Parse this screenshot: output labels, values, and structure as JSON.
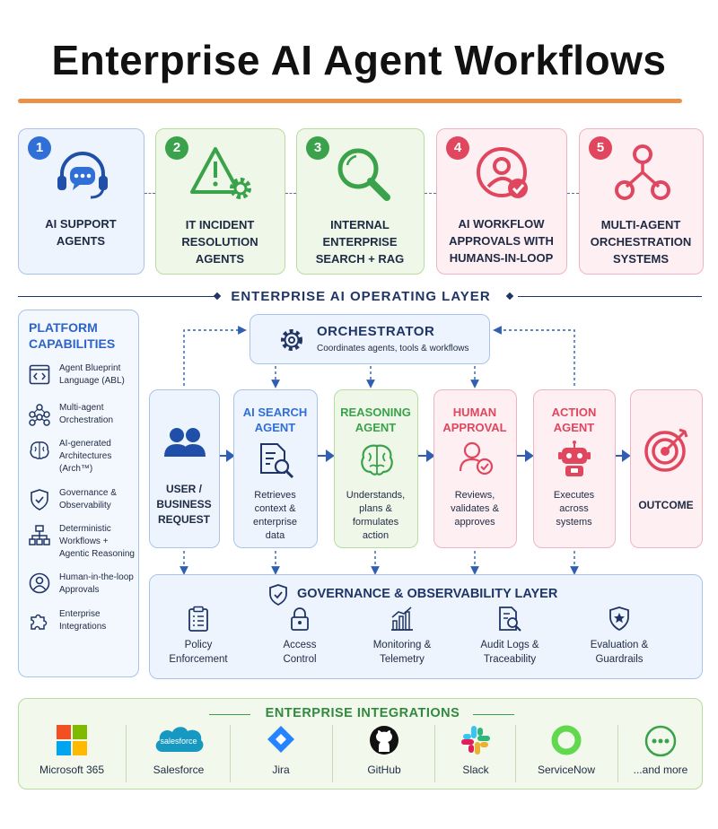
{
  "title": "Enterprise AI Agent Workflows",
  "use_cases": [
    {
      "number": "1",
      "label_lines": [
        "AI SUPPORT",
        "AGENTS"
      ],
      "icon": "headset-chat-icon",
      "color": "#2f6fd6"
    },
    {
      "number": "2",
      "label_lines": [
        "IT INCIDENT",
        "RESOLUTION",
        "AGENTS"
      ],
      "icon": "warning-gear-icon",
      "color": "#3aa24a"
    },
    {
      "number": "3",
      "label_lines": [
        "INTERNAL",
        "ENTERPRISE",
        "SEARCH + RAG"
      ],
      "icon": "magnifier-icon",
      "color": "#3aa24a"
    },
    {
      "number": "4",
      "label_lines": [
        "AI WORKFLOW",
        "APPROVALS WITH",
        "HUMANS-IN-LOOP"
      ],
      "icon": "user-check-icon",
      "color": "#e0465e"
    },
    {
      "number": "5",
      "label_lines": [
        "MULTI-AGENT",
        "ORCHESTRATION",
        "SYSTEMS"
      ],
      "icon": "network-nodes-icon",
      "color": "#e0465e"
    }
  ],
  "operating_layer": {
    "title": "ENTERPRISE AI OPERATING LAYER"
  },
  "platform": {
    "title_lines": [
      "PLATFORM",
      "CAPABILITIES"
    ],
    "items": [
      {
        "lines": [
          "Agent Blueprint",
          "Language (ABL)"
        ],
        "icon": "code-window-icon"
      },
      {
        "lines": [
          "Multi-agent",
          "Orchestration"
        ],
        "icon": "node-graph-icon"
      },
      {
        "lines": [
          "AI-generated",
          "Architectures",
          "(Arch™)"
        ],
        "icon": "brain-icon"
      },
      {
        "lines": [
          "Governance &",
          "Observability"
        ],
        "icon": "shield-check-icon"
      },
      {
        "lines": [
          "Deterministic",
          "Workflows +",
          "Agentic Reasoning"
        ],
        "icon": "hierarchy-icon"
      },
      {
        "lines": [
          "Human-in-the-loop",
          "Approvals"
        ],
        "icon": "person-circle-icon"
      },
      {
        "lines": [
          "Enterprise",
          "Integrations"
        ],
        "icon": "puzzle-icon"
      }
    ]
  },
  "orchestrator": {
    "title": "ORCHESTRATOR",
    "subtitle": "Coordinates agents, tools & workflows"
  },
  "flow": [
    {
      "title_lines": [],
      "desc_lines": [
        "USER /",
        "BUSINESS",
        "REQUEST"
      ],
      "icon": "users-icon",
      "accent": "#1f4fa8"
    },
    {
      "title_lines": [
        "AI SEARCH",
        "AGENT"
      ],
      "desc_lines": [
        "Retrieves",
        "context &",
        "enterprise",
        "data"
      ],
      "icon": "document-search-icon",
      "accent": "#2f6fd6"
    },
    {
      "title_lines": [
        "REASONING",
        "AGENT"
      ],
      "desc_lines": [
        "Understands,",
        "plans &",
        "formulates",
        "action"
      ],
      "icon": "brain-icon",
      "accent": "#3aa24a"
    },
    {
      "title_lines": [
        "HUMAN",
        "APPROVAL"
      ],
      "desc_lines": [
        "Reviews,",
        "validates &",
        "approves"
      ],
      "icon": "user-check-icon",
      "accent": "#e0465e"
    },
    {
      "title_lines": [
        "ACTION",
        "AGENT"
      ],
      "desc_lines": [
        "Executes",
        "across",
        "systems"
      ],
      "icon": "robot-icon",
      "accent": "#e0465e"
    },
    {
      "title_lines": [],
      "desc_lines": [
        "OUTCOME"
      ],
      "icon": "target-icon",
      "accent": "#e0465e"
    }
  ],
  "governance": {
    "title": "GOVERNANCE & OBSERVABILITY LAYER",
    "items": [
      {
        "lines": [
          "Policy",
          "Enforcement"
        ],
        "icon": "clipboard-list-icon"
      },
      {
        "lines": [
          "Access",
          "Control"
        ],
        "icon": "padlock-icon"
      },
      {
        "lines": [
          "Monitoring &",
          "Telemetry"
        ],
        "icon": "bar-chart-icon"
      },
      {
        "lines": [
          "Audit Logs &",
          "Traceability"
        ],
        "icon": "doc-search-icon"
      },
      {
        "lines": [
          "Evaluation &",
          "Guardrails"
        ],
        "icon": "star-shield-icon"
      }
    ]
  },
  "integrations": {
    "title": "ENTERPRISE INTEGRATIONS",
    "items": [
      {
        "label": "Microsoft 365",
        "icon": "microsoft-logo-icon"
      },
      {
        "label": "Salesforce",
        "icon": "salesforce-logo-icon",
        "logo_text": "salesforce"
      },
      {
        "label": "Jira",
        "icon": "jira-logo-icon"
      },
      {
        "label": "GitHub",
        "icon": "github-logo-icon"
      },
      {
        "label": "Slack",
        "icon": "slack-logo-icon"
      },
      {
        "label": "ServiceNow",
        "icon": "servicenow-logo-icon"
      },
      {
        "label": "...and more",
        "icon": "more-dots-icon"
      }
    ]
  },
  "colors": {
    "blue": "#2f6fd6",
    "green": "#3aa24a",
    "pink": "#e0465e",
    "navy": "#1f3566",
    "orange": "#e8924a"
  }
}
